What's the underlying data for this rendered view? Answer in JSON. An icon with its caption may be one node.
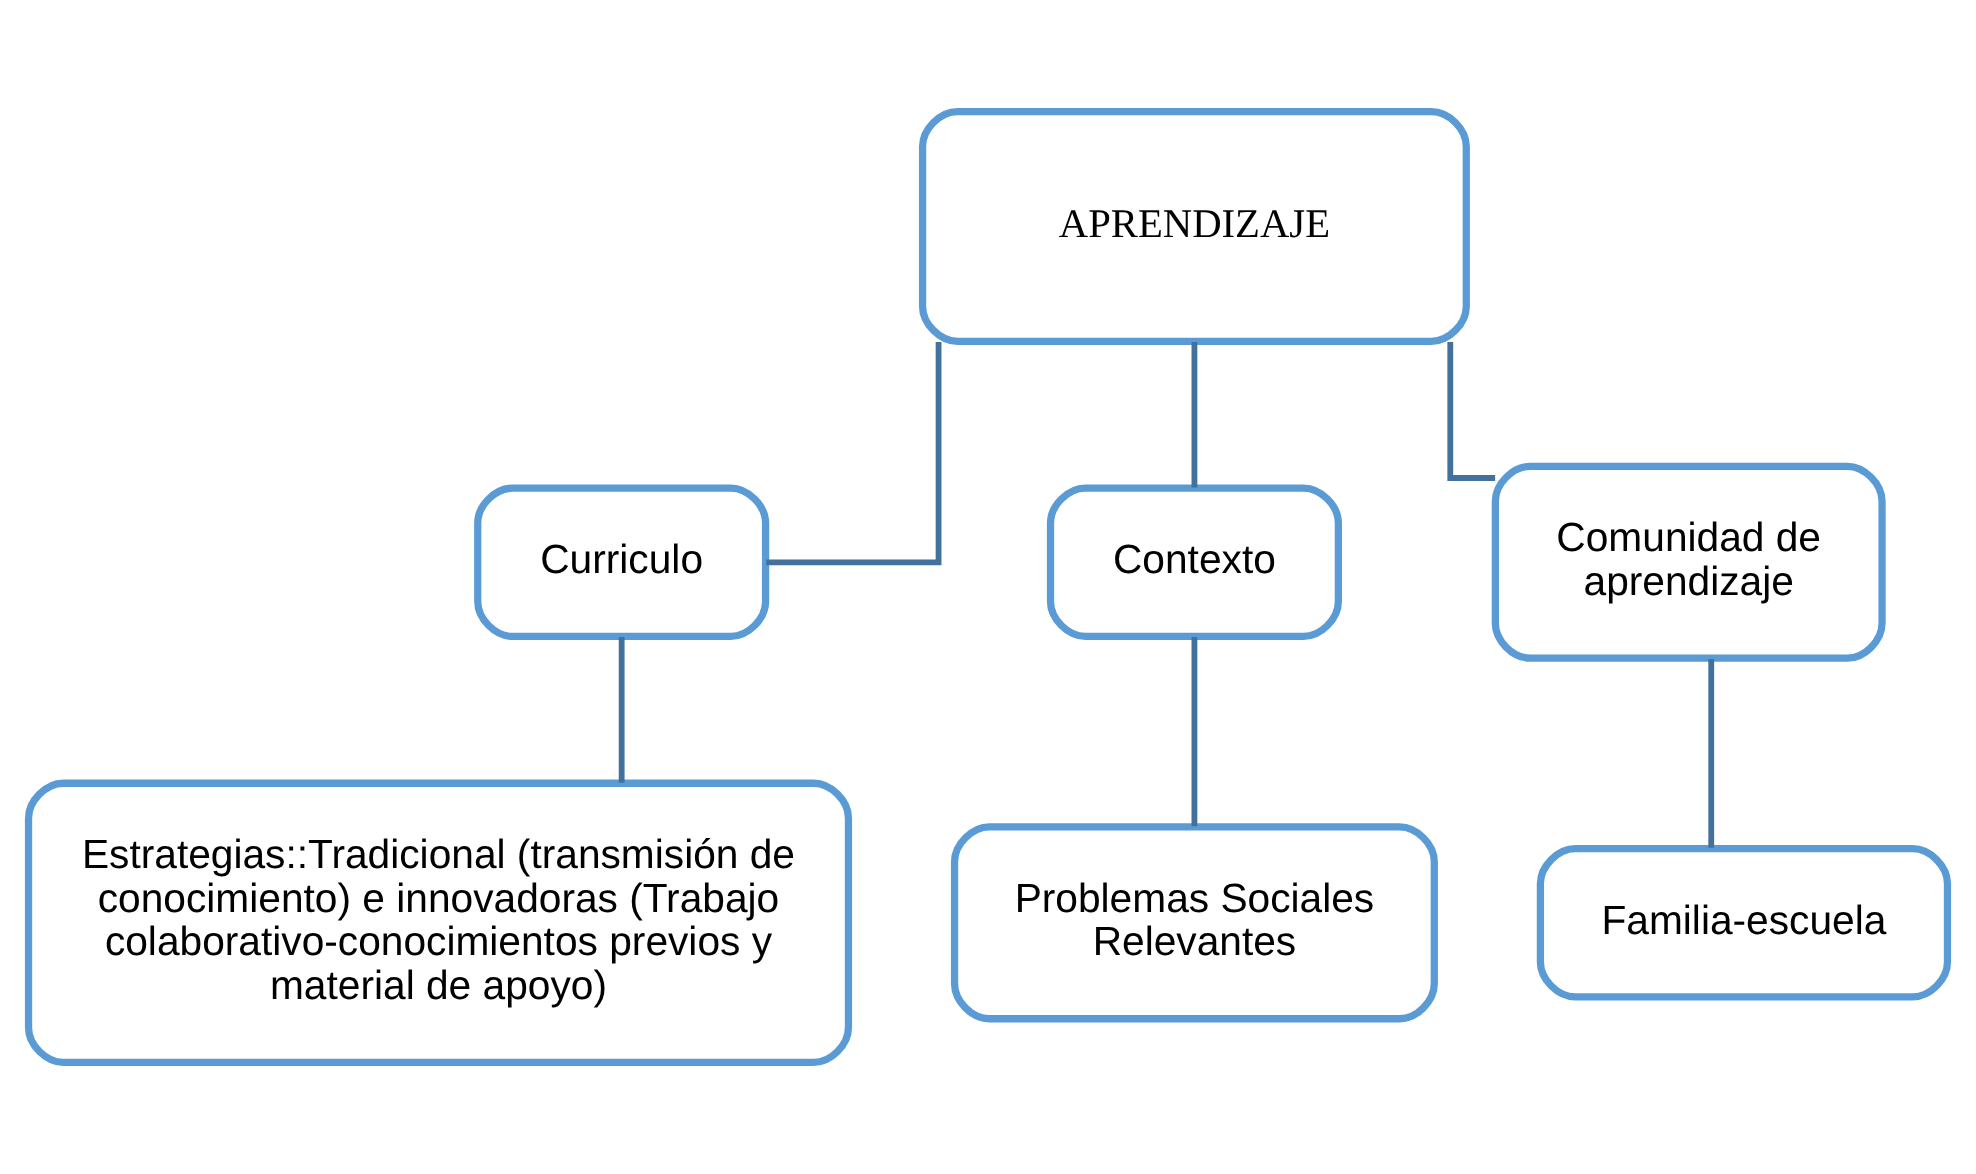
{
  "diagram": {
    "nodes": [
      {
        "text": [
          "APRENDIZAJE"
        ]
      },
      {
        "text": [
          "Curriculo"
        ]
      },
      {
        "text": [
          "Contexto"
        ]
      },
      {
        "text": [
          "Comunidad de aprendizaje"
        ]
      },
      {
        "text": [
          "Estrategias::Tradicional (transmisión de conocimiento) e innovadoras (Trabajo colaborativo-conocimientos previos y material de apoyo)"
        ]
      },
      {
        "text": [
          "Problemas Sociales Relevantes"
        ]
      },
      {
        "text": [
          "Familia-escuela"
        ]
      }
    ],
    "edges": [
      {
        "from": 0,
        "to": 1,
        "arrow": "none"
      },
      {
        "from": 0,
        "to": 2,
        "arrow": "none"
      },
      {
        "from": 0,
        "to": 3,
        "arrow": "none"
      },
      {
        "from": 1,
        "to": 4,
        "arrow": "none"
      },
      {
        "from": 2,
        "to": 5,
        "arrow": "none"
      },
      {
        "from": 3,
        "to": 6,
        "arrow": "none"
      }
    ]
  }
}
